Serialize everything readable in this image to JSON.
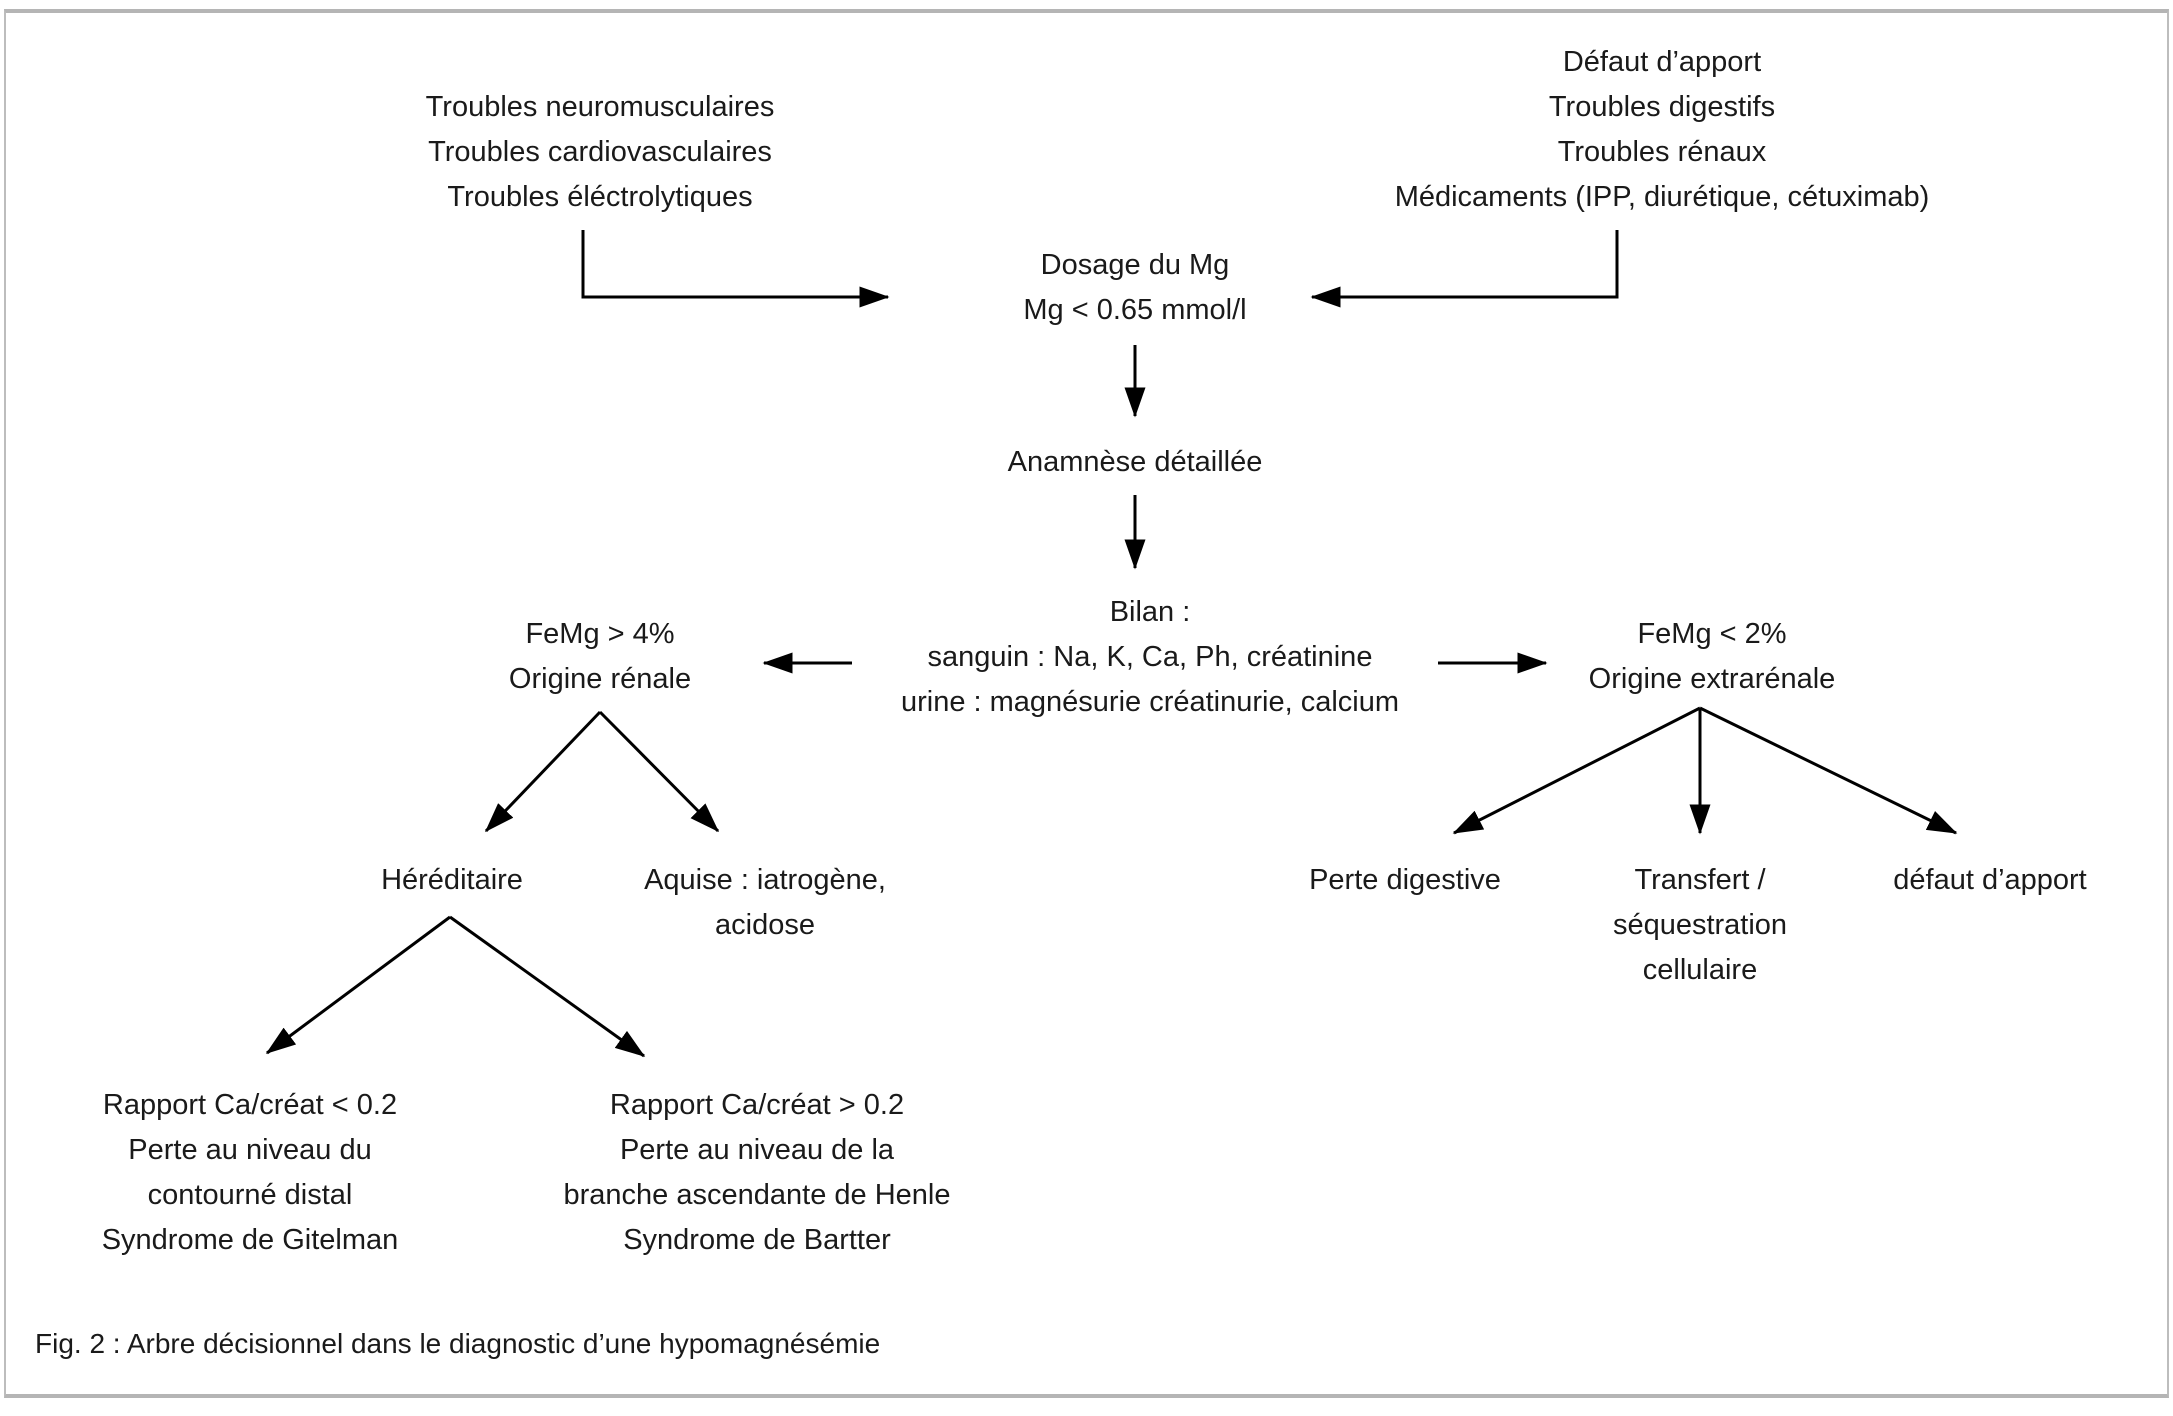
{
  "figure": {
    "caption": "Fig. 2 : Arbre décisionnel dans le diagnostic d’une hypomagnésémie"
  },
  "colors": {
    "background": "#ffffff",
    "text": "#1a1a1a",
    "arrow": "#000000",
    "frame_border": "#b5b5b5"
  },
  "nodes": {
    "symptoms": {
      "lines": [
        "Troubles neuromusculaires",
        "Troubles cardiovasculaires",
        "Troubles éléctrolytiques"
      ]
    },
    "causes": {
      "lines": [
        "Défaut d’apport",
        "Troubles digestifs",
        "Troubles rénaux",
        "Médicaments (IPP, diurétique, cétuximab)"
      ]
    },
    "dosage": {
      "lines": [
        "Dosage du Mg",
        "Mg < 0.65 mmol/l"
      ]
    },
    "anamnese": {
      "lines": [
        "Anamnèse détaillée"
      ]
    },
    "bilan": {
      "lines": [
        "Bilan :",
        "sanguin : Na, K, Ca, Ph, créatinine",
        "urine : magnésurie créatinurie, calcium"
      ]
    },
    "femg_renale": {
      "lines": [
        "FeMg > 4%",
        "Origine rénale"
      ]
    },
    "femg_extrarenale": {
      "lines": [
        "FeMg < 2%",
        "Origine extrarénale"
      ]
    },
    "hereditaire": {
      "lines": [
        "Héréditaire"
      ]
    },
    "aquise": {
      "lines": [
        "Aquise : iatrogène,",
        "acidose"
      ]
    },
    "perte_digestive": {
      "lines": [
        "Perte digestive"
      ]
    },
    "transfert": {
      "lines": [
        "Transfert /",
        "séquestration",
        "cellulaire"
      ]
    },
    "defaut_apport": {
      "lines": [
        "défaut d’apport"
      ]
    },
    "gitelman": {
      "lines": [
        "Rapport Ca/créat < 0.2",
        "Perte au niveau du",
        "contourné distal",
        "Syndrome de Gitelman"
      ]
    },
    "bartter": {
      "lines": [
        "Rapport Ca/créat > 0.2",
        "Perte au niveau de la",
        "branche ascendante de Henle",
        "Syndrome de Bartter"
      ]
    }
  }
}
